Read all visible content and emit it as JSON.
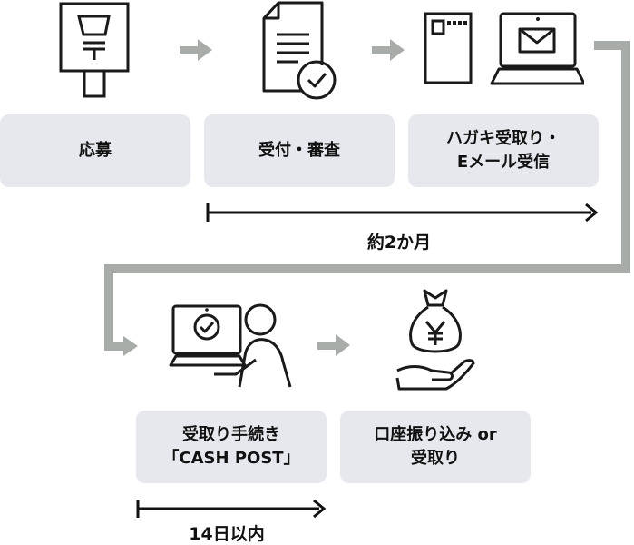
{
  "steps": [
    {
      "label_lines": [
        "応募"
      ],
      "icon": "post-box-icon"
    },
    {
      "label_lines": [
        "受付・審査"
      ],
      "icon": "document-check-icon"
    },
    {
      "label_lines": [
        "ハガキ受取り・",
        "Eメール受信"
      ],
      "icon": "postcard-laptop-mail-icon"
    },
    {
      "label_lines": [
        "受取り手続き",
        "「CASH POST」"
      ],
      "icon": "person-laptop-check-icon"
    },
    {
      "label_lines": [
        "口座振り込み or",
        "受取り"
      ],
      "icon": "money-bag-hand-icon"
    }
  ],
  "durations": {
    "first": "約2か月",
    "second": "14日以内"
  },
  "colors": {
    "box_bg": "#e6e8ed",
    "connector": "#a7aca8",
    "icon_stroke": "#1a1a1a"
  }
}
